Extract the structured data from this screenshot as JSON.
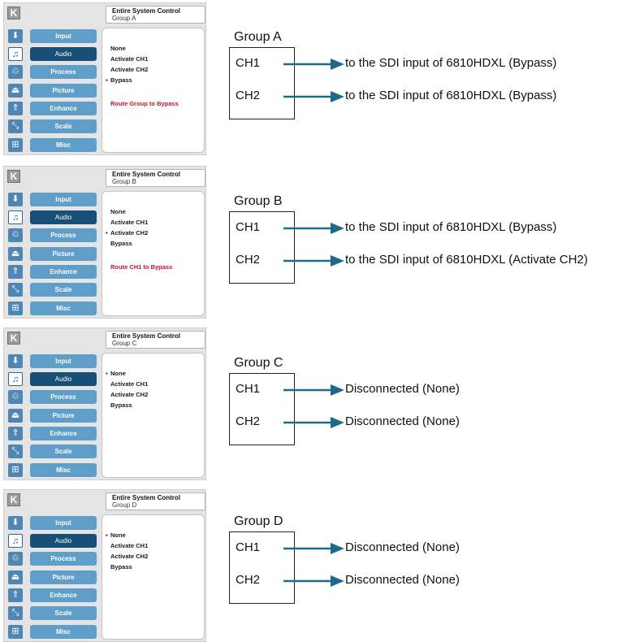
{
  "colors": {
    "menu_button": "#5f9ec9",
    "menu_button_selected": "#174f77",
    "icon_tile": "#4f86b3",
    "route_text": "#c8102e",
    "arrow": "#1f6a8a"
  },
  "logo": "K",
  "sections": [
    {
      "header_title": "Entire System Control",
      "header_sub": "Group A",
      "menu": [
        {
          "label": "Input",
          "icon": "input-arrow-icon",
          "glyph": "⬇",
          "selected": false
        },
        {
          "label": "Audio",
          "icon": "music-note-icon",
          "glyph": "♫",
          "selected": true
        },
        {
          "label": "Process",
          "icon": "process-icon",
          "glyph": "♲",
          "selected": false
        },
        {
          "label": "Picture",
          "icon": "picture-icon",
          "glyph": "⏏",
          "selected": false
        },
        {
          "label": "Enhance",
          "icon": "enhance-icon",
          "glyph": "⇑",
          "selected": false
        },
        {
          "label": "Scale",
          "icon": "scale-icon",
          "glyph": "⤡",
          "selected": false
        },
        {
          "label": "Misc",
          "icon": "misc-icon",
          "glyph": "⊞",
          "selected": false
        }
      ],
      "options": [
        "None",
        "Activate CH1",
        "Activate CH2",
        "Bypass"
      ],
      "selected_option": 3,
      "route_text": "Route Group to Bypass",
      "diagram": {
        "title": "Group A",
        "channels": [
          {
            "label": "CH1",
            "dest": "to the SDI input of 6810HDXL (Bypass)"
          },
          {
            "label": "CH2",
            "dest": "to the SDI input of 6810HDXL (Bypass)"
          }
        ]
      }
    },
    {
      "header_title": "Entire System Control",
      "header_sub": "Group B",
      "menu": [
        {
          "label": "Input",
          "icon": "input-arrow-icon",
          "glyph": "⬇",
          "selected": false
        },
        {
          "label": "Audio",
          "icon": "music-note-icon",
          "glyph": "♫",
          "selected": true
        },
        {
          "label": "Process",
          "icon": "process-icon",
          "glyph": "♲",
          "selected": false
        },
        {
          "label": "Picture",
          "icon": "picture-icon",
          "glyph": "⏏",
          "selected": false
        },
        {
          "label": "Enhance",
          "icon": "enhance-icon",
          "glyph": "⇑",
          "selected": false
        },
        {
          "label": "Scale",
          "icon": "scale-icon",
          "glyph": "⤡",
          "selected": false
        },
        {
          "label": "Misc",
          "icon": "misc-icon",
          "glyph": "⊞",
          "selected": false
        }
      ],
      "options": [
        "None",
        "Activate CH1",
        "Activate CH2",
        "Bypass"
      ],
      "selected_option": 2,
      "route_text": "Route CH1 to Bypass",
      "diagram": {
        "title": "Group B",
        "channels": [
          {
            "label": "CH1",
            "dest": "to the SDI input of 6810HDXL (Bypass)"
          },
          {
            "label": "CH2",
            "dest": "to the SDI input of 6810HDXL (Activate CH2)"
          }
        ]
      }
    },
    {
      "header_title": "Entire System Control",
      "header_sub": "Group C",
      "menu": [
        {
          "label": "Input",
          "icon": "input-arrow-icon",
          "glyph": "⬇",
          "selected": false
        },
        {
          "label": "Audio",
          "icon": "music-note-icon",
          "glyph": "♫",
          "selected": true
        },
        {
          "label": "Process",
          "icon": "process-icon",
          "glyph": "♲",
          "selected": false
        },
        {
          "label": "Picture",
          "icon": "picture-icon",
          "glyph": "⏏",
          "selected": false
        },
        {
          "label": "Enhance",
          "icon": "enhance-icon",
          "glyph": "⇑",
          "selected": false
        },
        {
          "label": "Scale",
          "icon": "scale-icon",
          "glyph": "⤡",
          "selected": false
        },
        {
          "label": "Misc",
          "icon": "misc-icon",
          "glyph": "⊞",
          "selected": false
        }
      ],
      "options": [
        "None",
        "Activate CH1",
        "Activate CH2",
        "Bypass"
      ],
      "selected_option": 0,
      "route_text": "",
      "diagram": {
        "title": "Group C",
        "channels": [
          {
            "label": "CH1",
            "dest": "Disconnected (None)"
          },
          {
            "label": "CH2",
            "dest": "Disconnected (None)"
          }
        ]
      }
    },
    {
      "header_title": "Entire System Control",
      "header_sub": "Group D",
      "menu": [
        {
          "label": "Input",
          "icon": "input-arrow-icon",
          "glyph": "⬇",
          "selected": false
        },
        {
          "label": "Audio",
          "icon": "music-note-icon",
          "glyph": "♫",
          "selected": true
        },
        {
          "label": "Process",
          "icon": "process-icon",
          "glyph": "♲",
          "selected": false
        },
        {
          "label": "Picture",
          "icon": "picture-icon",
          "glyph": "⏏",
          "selected": false
        },
        {
          "label": "Enhance",
          "icon": "enhance-icon",
          "glyph": "⇑",
          "selected": false
        },
        {
          "label": "Scale",
          "icon": "scale-icon",
          "glyph": "⤡",
          "selected": false
        },
        {
          "label": "Misc",
          "icon": "misc-icon",
          "glyph": "⊞",
          "selected": false
        }
      ],
      "options": [
        "None",
        "Activate CH1",
        "Activate CH2",
        "Bypass"
      ],
      "selected_option": 0,
      "route_text": "",
      "diagram": {
        "title": "Group D",
        "channels": [
          {
            "label": "CH1",
            "dest": "Disconnected (None)"
          },
          {
            "label": "CH2",
            "dest": "Disconnected (None)"
          }
        ]
      }
    }
  ]
}
